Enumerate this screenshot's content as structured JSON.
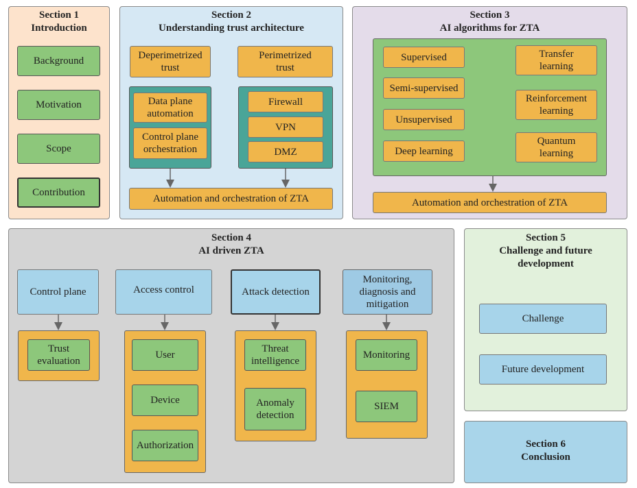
{
  "section1": {
    "title_line1": "Section 1",
    "title_line2": "Introduction",
    "items": [
      "Background",
      "Motivation",
      "Scope",
      "Contribution"
    ]
  },
  "section2": {
    "title_line1": "Section 2",
    "title_line2": "Understanding trust architecture",
    "deperimetrized": "Deperimetrized trust",
    "perimetrized": "Perimetrized trust",
    "left_items": [
      "Data plane automation",
      "Control plane orchestration"
    ],
    "right_items": [
      "Firewall",
      "VPN",
      "DMZ"
    ],
    "bottom": "Automation and orchestration of ZTA"
  },
  "section3": {
    "title_line1": "Section 3",
    "title_line2": "AI algorithms for ZTA",
    "left_items": [
      "Supervised",
      "Semi-supervised",
      "Unsupervised",
      "Deep learning"
    ],
    "right_items": [
      "Transfer learning",
      "Reinforcement learning",
      "Quantum learning"
    ],
    "bottom": "Automation and orchestration of ZTA"
  },
  "section4": {
    "title_line1": "Section 4",
    "title_line2": "AI driven ZTA",
    "columns": [
      {
        "header": "Control plane",
        "items": [
          "Trust evaluation"
        ]
      },
      {
        "header": "Access control",
        "items": [
          "User",
          "Device",
          "Authorization"
        ]
      },
      {
        "header": "Attack detection",
        "items": [
          "Threat intelligence",
          "Anomaly detection"
        ]
      },
      {
        "header": "Monitoring, diagnosis and mitigation",
        "items": [
          "Monitoring",
          "SIEM"
        ]
      }
    ]
  },
  "section5": {
    "title_line1": "Section 5",
    "title_line2": "Challenge and future development",
    "items": [
      "Challenge",
      "Future development"
    ]
  },
  "section6": {
    "title_line1": "Section 6",
    "title_line2": "Conclusion"
  },
  "colors": {
    "section1_bg": "#fde3cc",
    "section2_bg": "#d6e8f4",
    "section3_bg": "#e4dcea",
    "section4_bg": "#d4d4d4",
    "section5_bg": "#e2f1dc",
    "section6_bg": "#a9d5ea",
    "green": "#8dc77b",
    "orange": "#f0b64b",
    "blue": "#a7d4ea",
    "teal": "#4aa598"
  }
}
